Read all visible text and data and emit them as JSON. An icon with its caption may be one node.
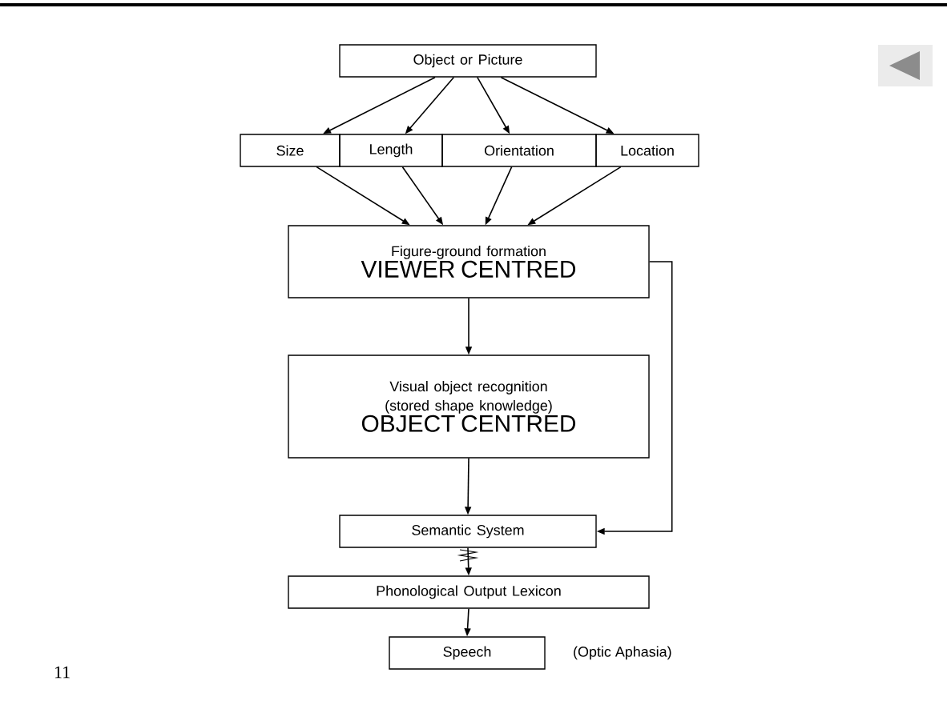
{
  "diagram": {
    "nodes": [
      {
        "text": [
          "Object or Picture"
        ]
      },
      {
        "text": [
          "Size"
        ]
      },
      {
        "text": [
          "Length"
        ]
      },
      {
        "text": [
          "Orientation"
        ]
      },
      {
        "text": [
          "Location"
        ]
      },
      {
        "text": [
          "Figure-ground formation",
          "VIEWER CENTRED"
        ]
      },
      {
        "text": [
          "Visual object recognition (stored shape knowledge)",
          "OBJECT CENTRED"
        ]
      },
      {
        "text": [
          "Semantic System"
        ]
      },
      {
        "text": [
          "Phonological Output Lexicon"
        ]
      },
      {
        "text": [
          "Speech"
        ],
        "beside": [
          "(Optic Aphasia)"
        ]
      }
    ],
    "edges": [
      {
        "from": 0,
        "to": 1,
        "arrow": "to"
      },
      {
        "from": 0,
        "to": 2,
        "arrow": "to"
      },
      {
        "from": 0,
        "to": 3,
        "arrow": "to"
      },
      {
        "from": 0,
        "to": 4,
        "arrow": "to"
      },
      {
        "from": 1,
        "to": 5,
        "arrow": "to"
      },
      {
        "from": 2,
        "to": 5,
        "arrow": "to"
      },
      {
        "from": 3,
        "to": 5,
        "arrow": "to"
      },
      {
        "from": 4,
        "to": 5,
        "arrow": "to"
      },
      {
        "from": 5,
        "to": 6,
        "arrow": "to"
      },
      {
        "from": 6,
        "to": 7,
        "arrow": "to"
      },
      {
        "from": 5,
        "to": 7,
        "arrow": "to"
      },
      {
        "from": 7,
        "to": 8,
        "arrow": "to"
      },
      {
        "from": 8,
        "to": 9,
        "arrow": "to"
      }
    ],
    "labels": [
      "11"
    ]
  }
}
